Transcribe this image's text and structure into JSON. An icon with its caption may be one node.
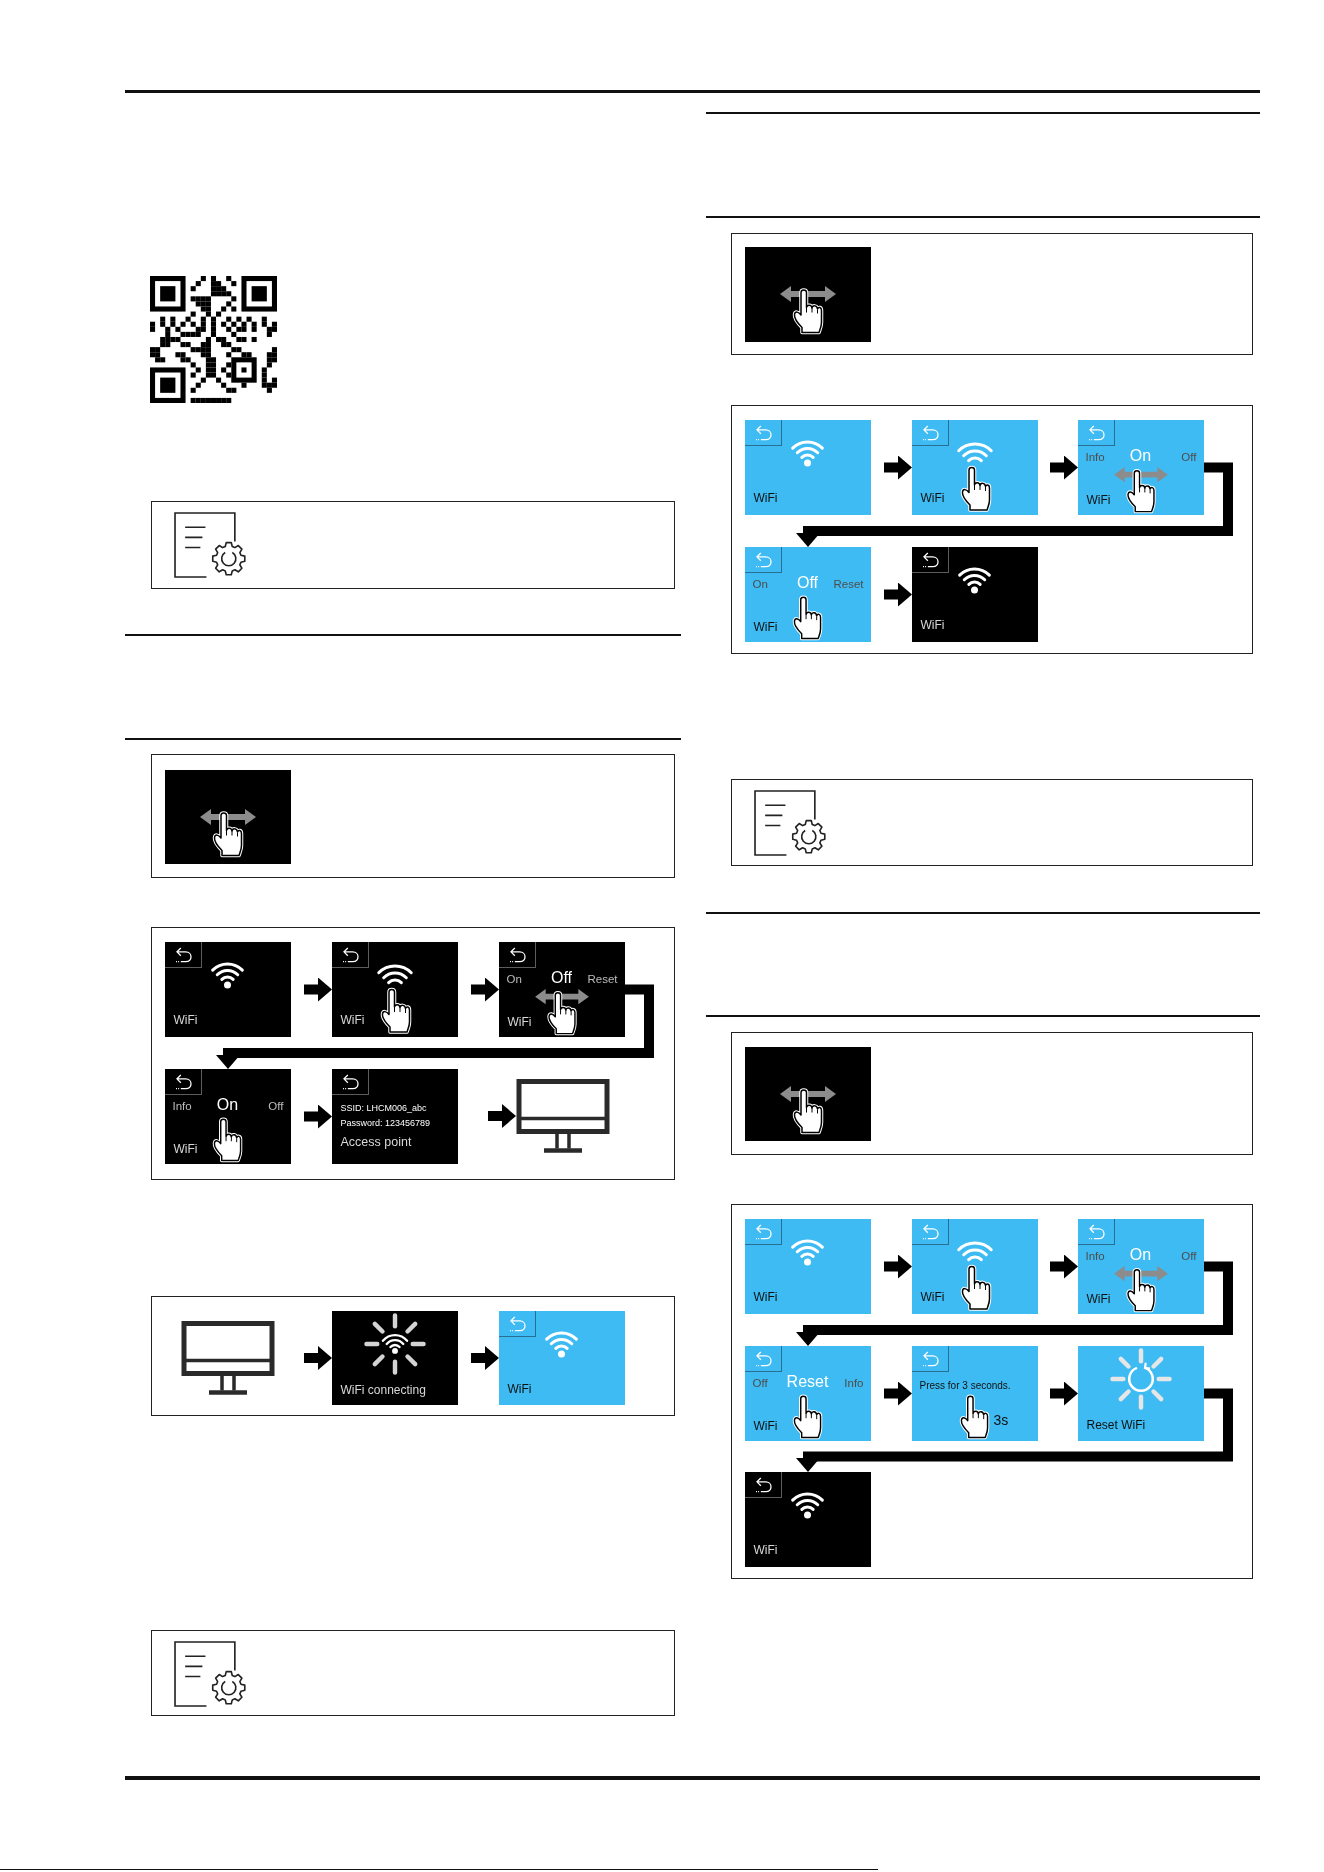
{
  "diagram": {
    "nodes": [
      {
        "text": [],
        "shape": "box"
      },
      {
        "text": [],
        "shape": "box"
      },
      {
        "text": [],
        "shape": "picture",
        "in": 1
      },
      {
        "text": [],
        "shape": "box"
      },
      {
        "text": [
          "WiFi"
        ],
        "in": 3
      },
      {
        "text": [
          "WiFi"
        ],
        "in": 3
      },
      {
        "text": [
          "On",
          "Off",
          "Reset",
          "WiFi"
        ],
        "in": 3
      },
      {
        "text": [
          "Info",
          "On",
          "Off",
          "WiFi"
        ],
        "in": 3
      },
      {
        "text": [
          "SSID: LHCM006_abc",
          "Password: 123456789",
          "Access point"
        ],
        "in": 3
      },
      {
        "text": [],
        "shape": "monitor",
        "in": 3
      },
      {
        "text": [],
        "shape": "box"
      },
      {
        "text": [],
        "shape": "monitor",
        "in": 10
      },
      {
        "text": [
          "WiFi connecting"
        ],
        "in": 10
      },
      {
        "text": [
          "WiFi"
        ],
        "in": 10
      },
      {
        "text": [],
        "shape": "box"
      },
      {
        "text": [],
        "shape": "box"
      },
      {
        "text": [],
        "shape": "picture",
        "in": 15
      },
      {
        "text": [],
        "shape": "box"
      },
      {
        "text": [
          "WiFi"
        ],
        "in": 17
      },
      {
        "text": [
          "WiFi"
        ],
        "in": 17
      },
      {
        "text": [
          "Info",
          "On",
          "Off",
          "WiFi"
        ],
        "in": 17
      },
      {
        "text": [
          "On",
          "Off",
          "Reset",
          "WiFi"
        ],
        "in": 17
      },
      {
        "text": [
          "WiFi"
        ],
        "in": 17
      },
      {
        "text": [],
        "shape": "box"
      },
      {
        "text": [],
        "shape": "box"
      },
      {
        "text": [],
        "shape": "picture",
        "in": 24
      },
      {
        "text": [],
        "shape": "box"
      },
      {
        "text": [
          "WiFi"
        ],
        "in": 26
      },
      {
        "text": [
          "WiFi"
        ],
        "in": 26
      },
      {
        "text": [
          "Info",
          "On",
          "Off",
          "WiFi"
        ],
        "in": 26
      },
      {
        "text": [
          "Off",
          "Reset",
          "Info",
          "WiFi"
        ],
        "in": 26
      },
      {
        "text": [
          "Press for 3 seconds.",
          "3s"
        ],
        "in": 26
      },
      {
        "text": [
          "Reset WiFi"
        ],
        "in": 26
      },
      {
        "text": [
          "WiFi"
        ],
        "in": 26
      }
    ],
    "edges": [
      {
        "from": 4,
        "to": 5,
        "arrow": "to"
      },
      {
        "from": 5,
        "to": 6,
        "arrow": "to"
      },
      {
        "from": 6,
        "to": 7,
        "arrow": "to"
      },
      {
        "from": 7,
        "to": 8,
        "arrow": "to"
      },
      {
        "from": 8,
        "to": 9,
        "arrow": "to"
      },
      {
        "from": 11,
        "to": 12,
        "arrow": "to"
      },
      {
        "from": 12,
        "to": 13,
        "arrow": "to"
      },
      {
        "from": 18,
        "to": 19,
        "arrow": "to"
      },
      {
        "from": 19,
        "to": 20,
        "arrow": "to"
      },
      {
        "from": 20,
        "to": 21,
        "arrow": "to"
      },
      {
        "from": 21,
        "to": 22,
        "arrow": "to"
      },
      {
        "from": 27,
        "to": 28,
        "arrow": "to"
      },
      {
        "from": 28,
        "to": 29,
        "arrow": "to"
      },
      {
        "from": 29,
        "to": 30,
        "arrow": "to"
      },
      {
        "from": 30,
        "to": 31,
        "arrow": "to"
      },
      {
        "from": 31,
        "to": 32,
        "arrow": "to"
      },
      {
        "from": 32,
        "to": 33,
        "arrow": "to"
      }
    ]
  }
}
